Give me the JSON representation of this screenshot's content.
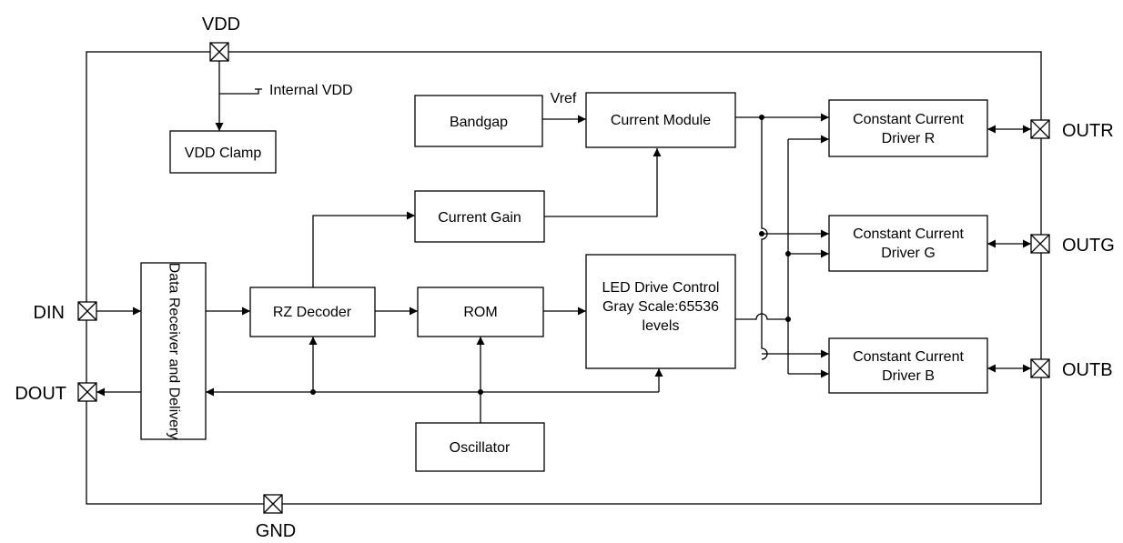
{
  "pins": {
    "vdd": "VDD",
    "gnd": "GND",
    "din": "DIN",
    "dout": "DOUT",
    "outr": "OUTR",
    "outg": "OUTG",
    "outb": "OUTB"
  },
  "labels": {
    "internal_vdd": "Internal VDD",
    "vref": "Vref"
  },
  "blocks": {
    "vdd_clamp": "VDD Clamp",
    "bandgap": "Bandgap",
    "current_module": "Current Module",
    "current_gain": "Current Gain",
    "data_receiver": "Data Receiver and Delivery",
    "rz_decoder": "RZ Decoder",
    "rom": "ROM",
    "led_control": [
      "LED Drive Control",
      "Gray Scale:65536",
      "levels"
    ],
    "oscillator": "Oscillator",
    "driver_r": [
      "Constant Current",
      "Driver  R"
    ],
    "driver_g": [
      "Constant Current",
      "Driver  G"
    ],
    "driver_b": [
      "Constant Current",
      "Driver  B"
    ]
  },
  "colors": {
    "line": "#000000",
    "background": "#ffffff"
  }
}
